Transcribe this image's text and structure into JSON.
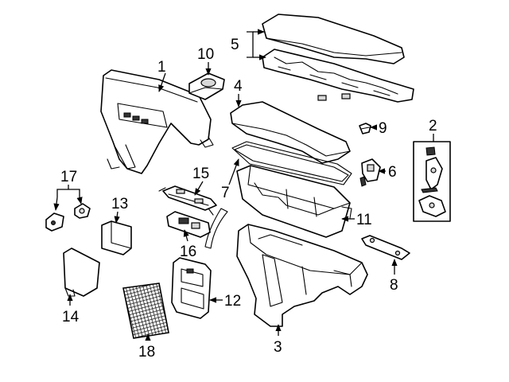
{
  "callouts": {
    "c1": "1",
    "c2": "2",
    "c3": "3",
    "c4": "4",
    "c5": "5",
    "c6": "6",
    "c7": "7",
    "c8": "8",
    "c9": "9",
    "c10": "10",
    "c11": "11",
    "c12": "12",
    "c13": "13",
    "c14": "14",
    "c15": "15",
    "c16": "16",
    "c17": "17",
    "c18": "18"
  },
  "colors": {
    "line": "#000000",
    "background": "#ffffff",
    "shade": "#d8d8d8"
  }
}
